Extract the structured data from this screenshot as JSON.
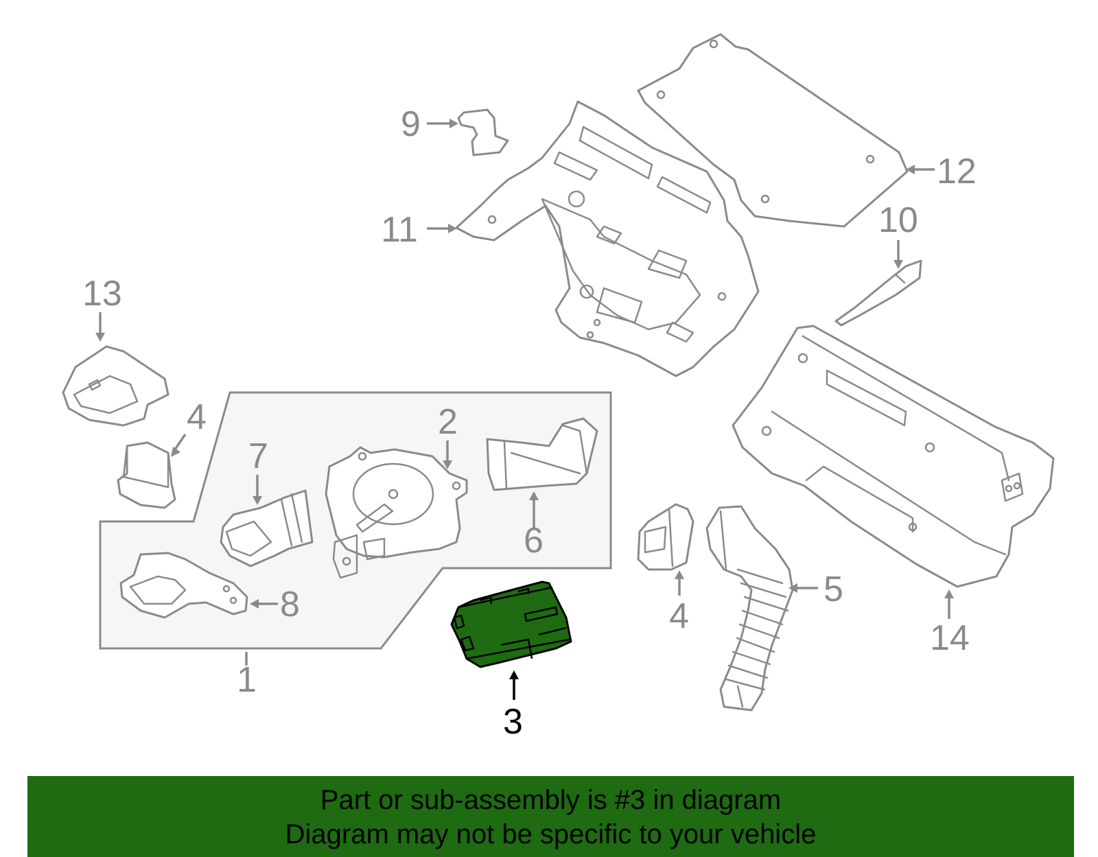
{
  "callouts": {
    "c1": "1",
    "c2": "2",
    "c3": "3",
    "c4a": "4",
    "c4b": "4",
    "c5": "5",
    "c6": "6",
    "c7": "7",
    "c8": "8",
    "c9": "9",
    "c10": "10",
    "c11": "11",
    "c12": "12",
    "c13": "13",
    "c14": "14"
  },
  "highlighted_part": "3",
  "colors": {
    "highlight": "#1e6b12",
    "line": "#8a8a8a",
    "banner": "#1e6b12"
  },
  "banner": {
    "line1": "Part or sub-assembly is #3 in diagram",
    "line2": "Diagram may not be specific to your vehicle"
  }
}
